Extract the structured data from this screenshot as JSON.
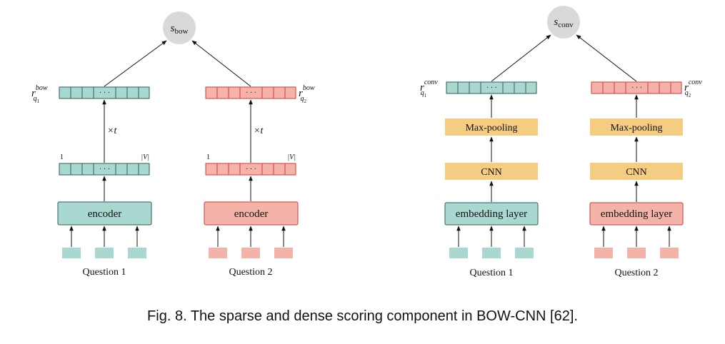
{
  "colors": {
    "teal_fill": "#a8d8d0",
    "teal_stroke": "#2f5d56",
    "salmon_fill": "#f4b3a8",
    "salmon_stroke": "#d23a3a",
    "orange_fill": "#f5cd82",
    "score_node_fill": "#d9d9d9",
    "arrow": "#111111"
  },
  "bow": {
    "score_base": "s",
    "score_sub": "bow",
    "left": {
      "r_base": "r",
      "r_sup": "bow",
      "r_sub_q": "q",
      "r_sub_idx": "1",
      "times_label": "×t",
      "range_start": "1",
      "range_end": "|V|",
      "encoder_label": "encoder",
      "question_label": "Question 1"
    },
    "right": {
      "r_base": "r",
      "r_sup": "bow",
      "r_sub_q": "q",
      "r_sub_idx": "2",
      "times_label": "×t",
      "range_start": "1",
      "range_end": "|V|",
      "encoder_label": "encoder",
      "question_label": "Question 2"
    },
    "dots": "· · ·"
  },
  "cnn": {
    "score_base": "s",
    "score_sub": "conv",
    "left": {
      "r_base": "r",
      "r_sup": "conv",
      "r_sub_q": "q",
      "r_sub_idx": "1",
      "maxpool_label": "Max-pooling",
      "cnn_label": "CNN",
      "embedding_label": "embedding layer",
      "question_label": "Question 1"
    },
    "right": {
      "r_base": "r",
      "r_sup": "conv",
      "r_sub_q": "q",
      "r_sub_idx": "2",
      "maxpool_label": "Max-pooling",
      "cnn_label": "CNN",
      "embedding_label": "embedding layer",
      "question_label": "Question 2"
    },
    "dots": "· · ·"
  },
  "caption": "Fig. 8.  The sparse and dense scoring component in BOW-CNN [62]."
}
